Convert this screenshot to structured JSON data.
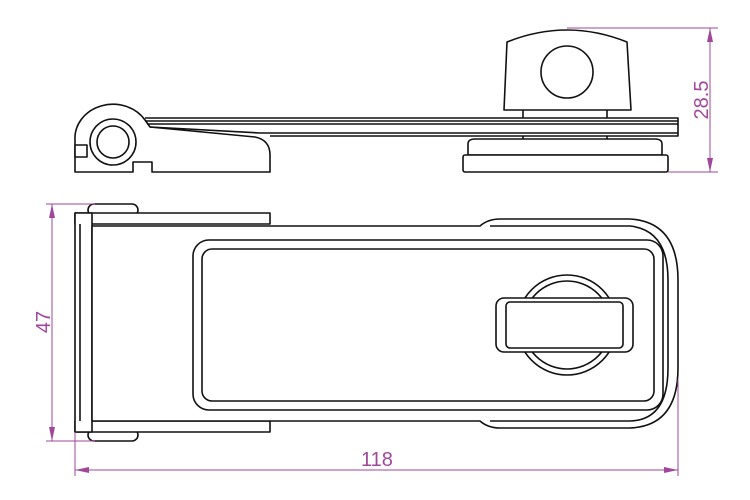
{
  "drawing": {
    "views": [
      "side-view",
      "top-view"
    ],
    "dimensions": {
      "height": "28.5",
      "width": "47",
      "length": "118"
    },
    "colors": {
      "outline": "#111111",
      "dimension": "#a0479b"
    }
  }
}
